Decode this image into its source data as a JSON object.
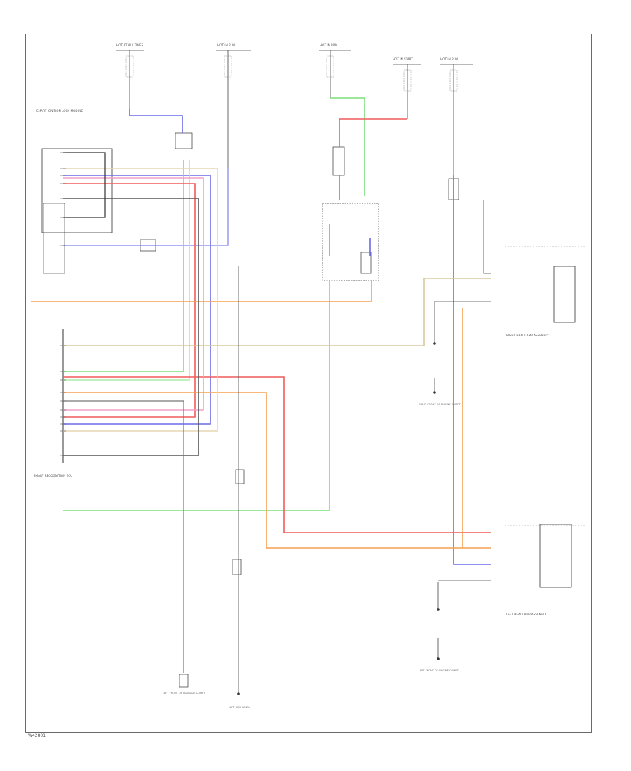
{
  "colors": {
    "blue": "#6a6ae8",
    "green": "#7ae07a",
    "red": "#f05c5c",
    "pink": "#f2a0c8",
    "orange": "#f5a050",
    "tan": "#e6d6b4",
    "gray": "#555555",
    "black": "#222222",
    "light_green": "#a8eea8",
    "violet": "#d070f0"
  },
  "labels": {
    "fuse_1": "HOT AT ALL TIMES",
    "fuse_2": "HOT IN RUN",
    "fuse_3": "HOT IN RUN",
    "fuse_4": "HOT IN START",
    "fuse_5": "HOT IN RUN",
    "left_module_title": "SMART IGNITION LOCK MODULE",
    "right_headlamp": "RIGHT HEADLAMP ASSEMBLY",
    "left_headlamp": "LEFT HEADLAMP ASSEMBLY",
    "lower_module_title": "SMART RECOGNITION ECU",
    "ground_1": "RIGHT FRONT OF ENGINE COMPT",
    "ground_2": "LEFT FRONT OF ENGINE COMPT",
    "ground_3": "LEFT KICK PANEL",
    "ground_4": "LEFT FRONT OF LUGGAGE COMPT",
    "corner_tag": "W42801"
  }
}
